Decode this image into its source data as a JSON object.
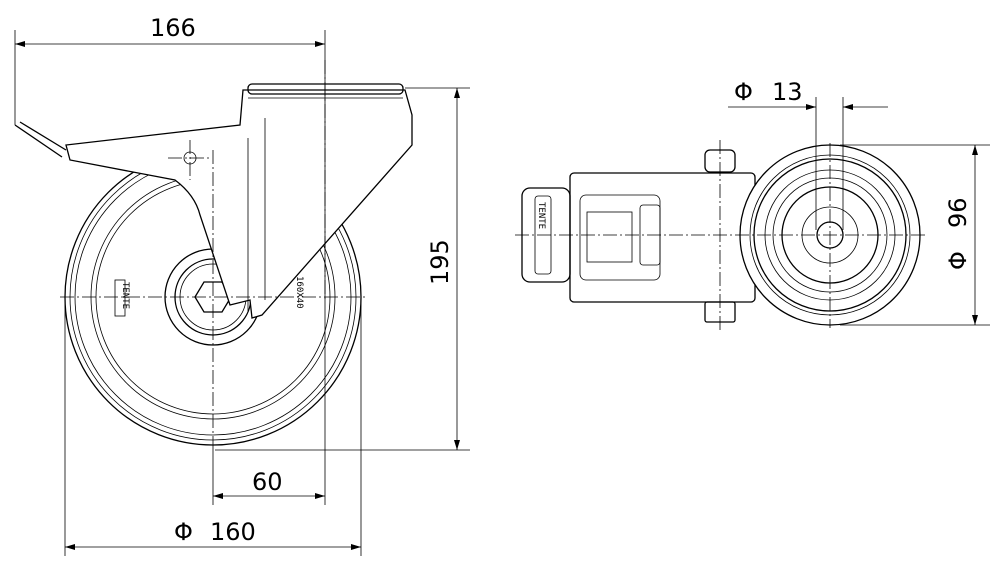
{
  "title": "Swivel castor technical drawing",
  "dimensions": {
    "overall_offset": "166",
    "height": "195",
    "swivel_offset": "60",
    "wheel_diameter_symbol": "Φ",
    "wheel_diameter": "160",
    "bolt_hole_symbol": "Φ",
    "bolt_hole": "13",
    "top_diameter_symbol": "Φ",
    "top_diameter": "96"
  },
  "labels": {
    "wheel_brand": "TENTE",
    "wheel_size": "160X40",
    "pedal_brand": "TENTE"
  }
}
